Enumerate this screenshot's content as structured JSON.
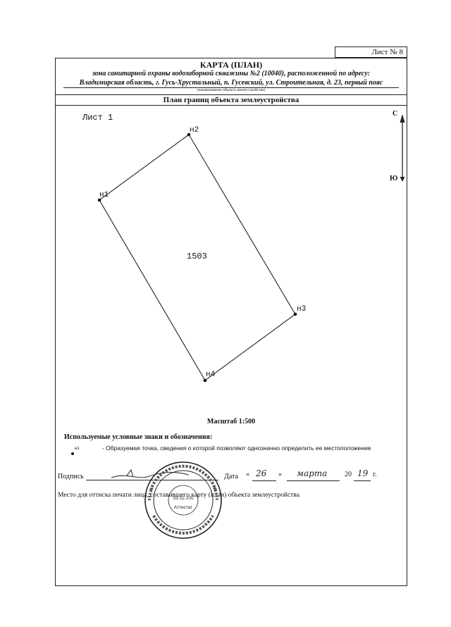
{
  "header": {
    "sheet_number": "Лист № 8",
    "title": "КАРТА (ПЛАН)",
    "subtitle_line1": "зона санитарной охраны водозаборной скважины №2 (10040), расположенной по адресу:",
    "subtitle_line2": "Владимирская область, г. Гусь-Хрустальный, п. Гусевский, ул. Строительная, д. 23, первый пояс",
    "object_caption": "(наименование объекта землеустройства)",
    "section_title": "План границ объекта землеустройства"
  },
  "plan": {
    "sheet_label": "Лист 1",
    "compass_north": "С",
    "compass_south": "Ю",
    "parcel_label": "1503",
    "points": [
      {
        "label": "н1"
      },
      {
        "label": "н2"
      },
      {
        "label": "н3"
      },
      {
        "label": "н4"
      }
    ]
  },
  "scale_text": "Масштаб 1:500",
  "legend": {
    "title": "Используемые условные знаки и обозначения:",
    "point_tag": "н1",
    "point_description": "- Образуемая точка, сведения о которой позволяют однозначно определить ее местоположение"
  },
  "signature": {
    "sign_label": "Подпись",
    "date_label": "Дата",
    "open_quote": "«",
    "day": "26",
    "close_quote": "»",
    "month": "марта",
    "year_prefix": "20",
    "year_suffix": "19",
    "year_unit": "г."
  },
  "stamp": {
    "place_text": "Место для оттиска печати лица, составившего карту (план) объекта землеустройства",
    "inner_line1": "33-11-105",
    "inner_line2": "Аттестат",
    "colors": {
      "ink": "#222222"
    }
  }
}
